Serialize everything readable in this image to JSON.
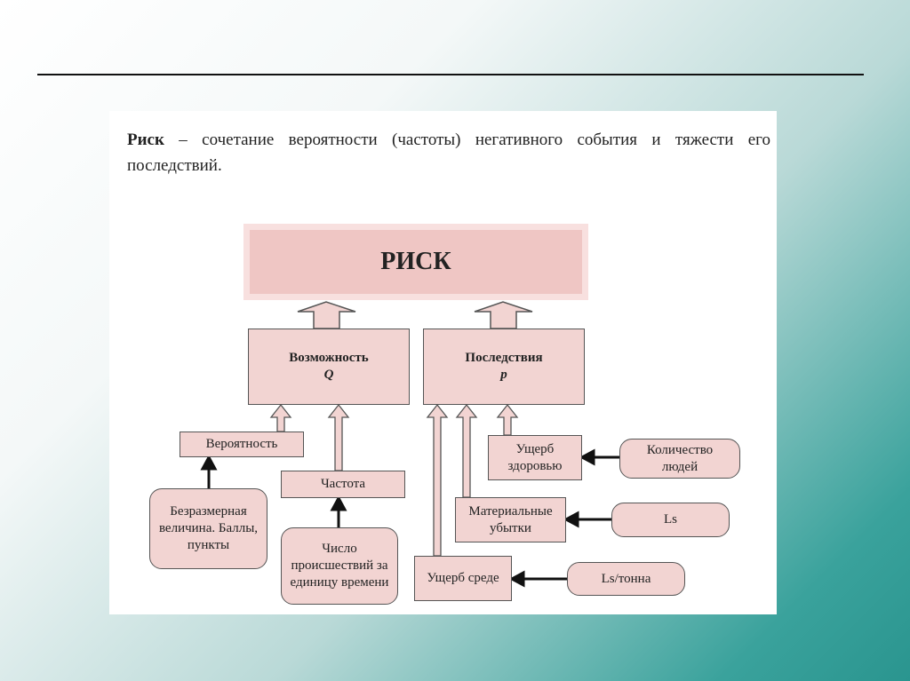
{
  "definition": {
    "term": "Риск",
    "text": " – сочетание вероятности (частоты) негативного события и тяжести его последствий."
  },
  "diagram": {
    "risk": "РИСК",
    "possibility": {
      "label": "Возможность",
      "symbol": "Q"
    },
    "consequences": {
      "label": "Последствия",
      "symbol": "p"
    },
    "probability": "Вероятность",
    "frequency": "Частота",
    "dimensionless": "Безразмерная величина. Баллы, пункты",
    "incidents": "Число происшествий за единицу времени",
    "health_damage": "Ущерб здоровью",
    "people_count": "Количество людей",
    "material_losses": "Материальные убытки",
    "ls": "Ls",
    "env_damage": "Ущерб среде",
    "ls_ton": "Ls/тонна"
  },
  "colors": {
    "box_fill": "#f2d4d2",
    "risk_fill": "#efc6c4",
    "accent": "#2a958f"
  }
}
